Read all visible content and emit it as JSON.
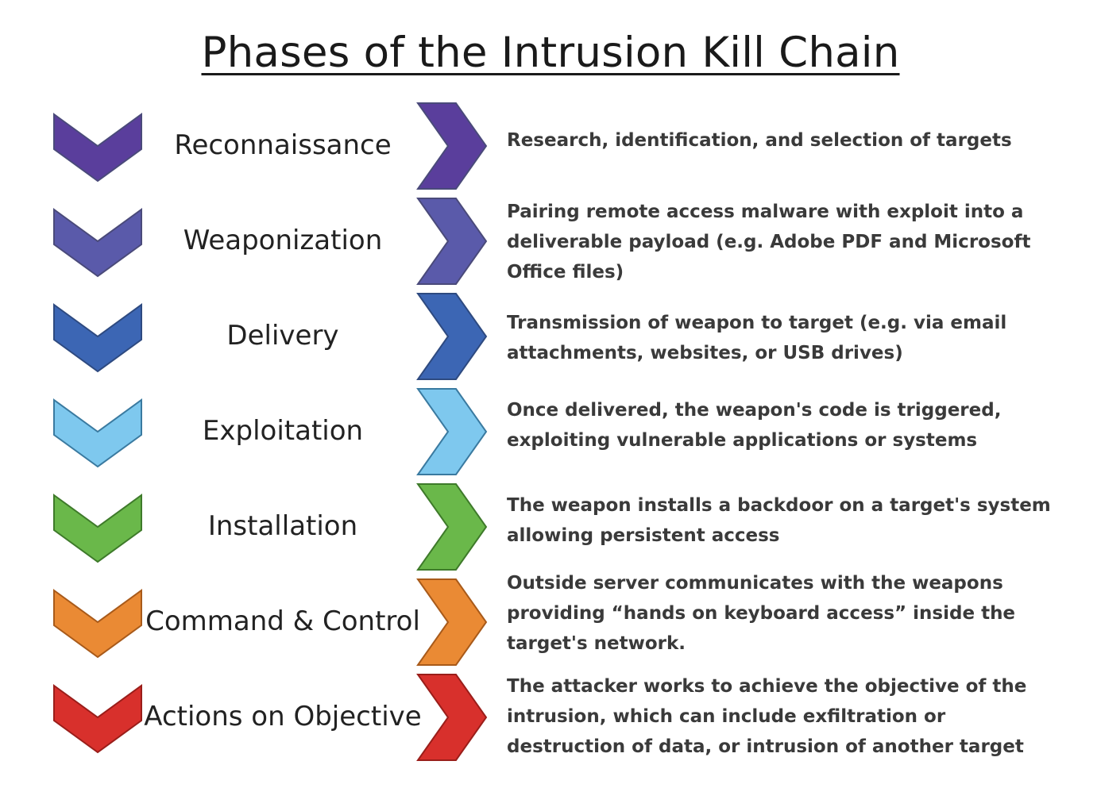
{
  "title": "Phases of the Intrusion Kill Chain",
  "phases": [
    {
      "name": "Reconnaissance",
      "description": "Research, identification, and selection of targets",
      "color": "#5a3e9c"
    },
    {
      "name": "Weaponization",
      "description": "Pairing remote access malware with exploit into a\ndeliverable payload (e.g. Adobe PDF and Microsoft\nOffice files)",
      "color": "#5a5aaa"
    },
    {
      "name": "Delivery",
      "description": "Transmission of weapon to target (e.g. via email\nattachments, websites, or USB drives)",
      "color": "#3c66b4"
    },
    {
      "name": "Exploitation",
      "description": "Once delivered, the weapon's code is triggered,\nexploiting vulnerable applications or systems",
      "color": "#7ec8ee"
    },
    {
      "name": "Installation",
      "description": "The weapon installs a backdoor on a target's system\nallowing persistent access",
      "color": "#6ab84a"
    },
    {
      "name": "Command & Control",
      "description": "Outside server communicates with the weapons\nproviding “hands on keyboard access” inside the\ntarget's network.",
      "color": "#ea8a34"
    },
    {
      "name": "Actions on Objective",
      "description": "The attacker works to achieve the objective of the\nintrusion, which can include exfiltration or\ndestruction of data, or intrusion of another target",
      "color": "#d8302c"
    }
  ]
}
